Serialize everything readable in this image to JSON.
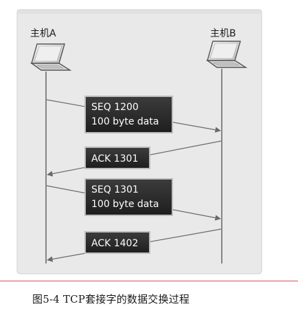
{
  "hosts": {
    "left": "主机A",
    "right": "主机B"
  },
  "messages": [
    {
      "lines": [
        "SEQ 1200",
        "100 byte data"
      ],
      "direction": "A-to-B"
    },
    {
      "lines": [
        "ACK 1301"
      ],
      "direction": "B-to-A"
    },
    {
      "lines": [
        "SEQ 1301",
        "100 byte data"
      ],
      "direction": "A-to-B"
    },
    {
      "lines": [
        "ACK 1402"
      ],
      "direction": "B-to-A"
    }
  ],
  "caption": "图5-4   TCP套接字的数据交换过程",
  "colors": {
    "panel": "#e8e8e8",
    "box": "#2b2b2b",
    "box_text": "#ffffff",
    "arrow": "#6a6a6a",
    "divider": "#d65353"
  }
}
